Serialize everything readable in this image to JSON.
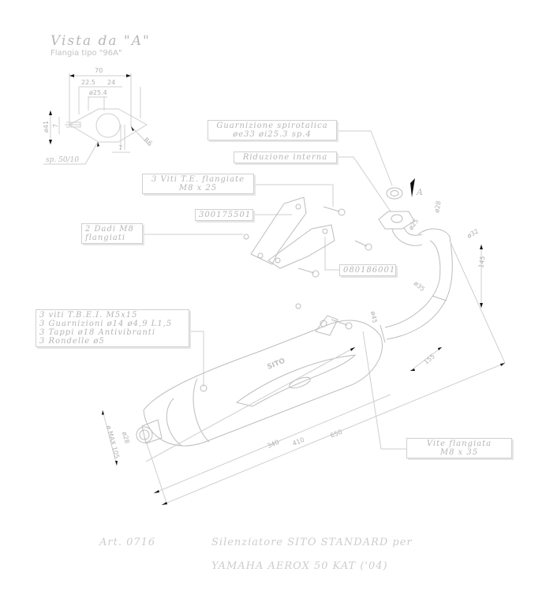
{
  "view": {
    "title": "Vista da \"A\"",
    "subtitle": "Flangia tipo \"96A\""
  },
  "flange_dims": {
    "width": "70",
    "left": "22.5",
    "right": "24",
    "bore": "ø25.4",
    "height": "ø41",
    "hole_v": "7",
    "hole_h": "7",
    "radius": "R6",
    "thickness": "sp. 50/10"
  },
  "callouts": {
    "gasket": [
      "Guarnizione spirotalica",
      "øe33 øi25.3 sp.4"
    ],
    "reduction": "Riduzione interna",
    "bolts": [
      "3 Viti T.E. flangiate",
      "M8 x 25"
    ],
    "part1": "300175501",
    "nuts": [
      "2 Dadi M8",
      "flangiati"
    ],
    "part2": "080186001",
    "kit": [
      "3 viti T.B.E.I. M5x15",
      "3 Guarnizioni ø14 ø4,9 L1,5",
      "3 Tappi ø18 Antivibranti",
      "3 Rondelle ø5"
    ],
    "flange_bolt": [
      "Vite flangiata",
      "M8 x 35"
    ]
  },
  "view_marker": "A",
  "dims": {
    "d25": "ø25",
    "d28": "ø28",
    "d32": "ø32",
    "l145": "145",
    "d35": "ø35",
    "d45": "ø45",
    "l155": "155",
    "l340": "340",
    "l410": "410",
    "l650": "650",
    "max105": "ø MAX 105",
    "d28b": "ø28",
    "logo": "SITO"
  },
  "footer": {
    "article": "Art. 0716",
    "line1": "Silenziatore SITO STANDARD per",
    "line2": "YAMAHA AEROX 50 KAT ('04)"
  }
}
